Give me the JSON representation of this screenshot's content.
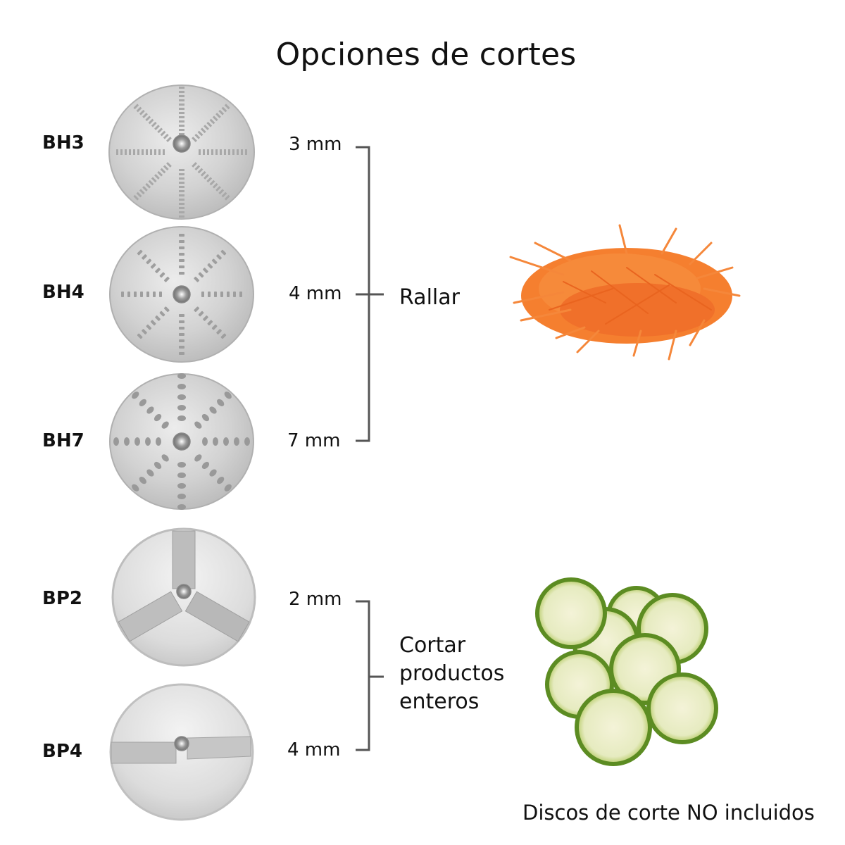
{
  "title": "Opciones de cortes",
  "groups": [
    {
      "label": "Rallar",
      "discs": [
        {
          "code": "BH3",
          "size": "3 mm",
          "type": "grating"
        },
        {
          "code": "BH4",
          "size": "4 mm",
          "type": "grating"
        },
        {
          "code": "BH7",
          "size": "7 mm",
          "type": "grating"
        }
      ],
      "illustration": "grated-carrot"
    },
    {
      "label_lines": [
        "Cortar",
        "productos",
        "enteros"
      ],
      "discs": [
        {
          "code": "BP2",
          "size": "2 mm",
          "type": "slicing"
        },
        {
          "code": "BP4",
          "size": "4 mm",
          "type": "slicing"
        }
      ],
      "illustration": "zucchini-slices"
    }
  ],
  "footer": "Discos de corte NO incluidos",
  "colors": {
    "text": "#111111",
    "bracket": "#555555",
    "disc_metal": "#d4d4d4",
    "carrot": "#f47a2a",
    "zucchini_skin": "#6a9a2a",
    "zucchini_flesh": "#eef0cf"
  }
}
